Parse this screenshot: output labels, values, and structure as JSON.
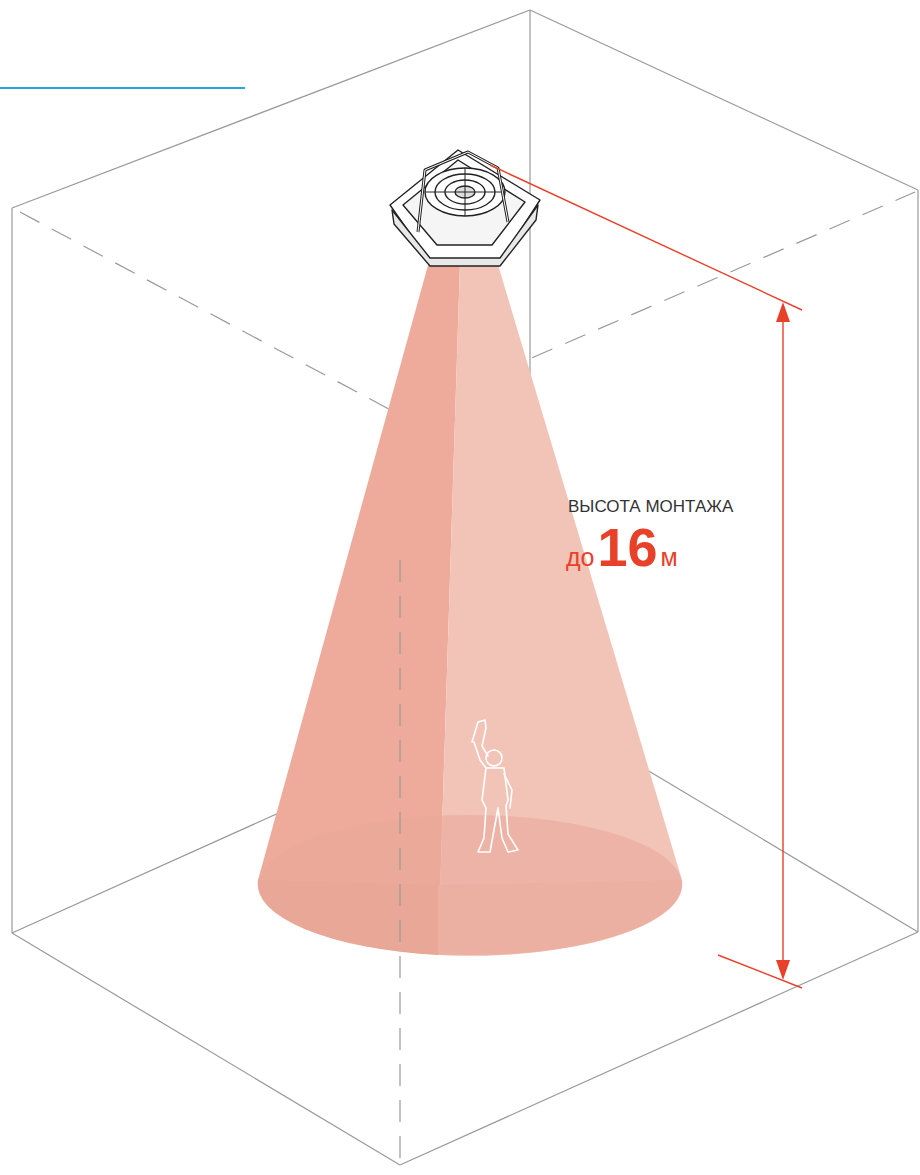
{
  "diagram": {
    "labels": [
      "ВЫСОТА МОНТАЖА",
      "до",
      "16",
      "м"
    ]
  }
}
